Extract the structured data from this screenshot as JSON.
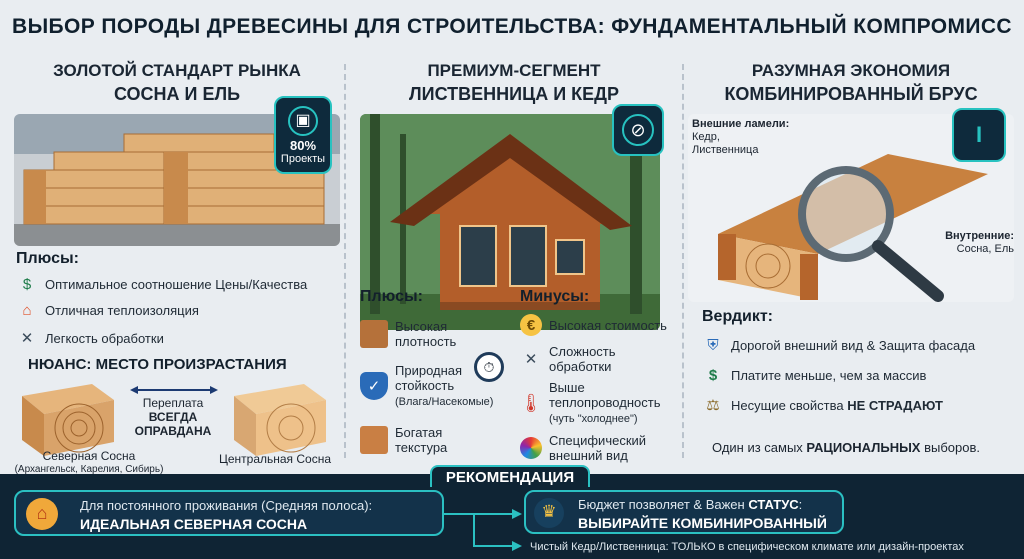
{
  "title": "ВЫБОР ПОРОДЫ ДРЕВЕСИНЫ ДЛЯ СТРОИТЕЛЬСТВА: ФУНДАМЕНТАЛЬНЫЙ КОМПРОМИСС",
  "col1": {
    "heading": "ЗОЛОТОЙ СТАНДАРТ РЫНКА",
    "subheading": "СОСНА И ЕЛЬ",
    "badge_value": "80%",
    "badge_label": "Проекты",
    "pros_title": "Плюсы:",
    "pros": [
      "Оптимальное соотношение Цены/Качества",
      "Отличная теплоизоляция",
      "Легкость обработки"
    ],
    "nuance_title": "НЮАНС: МЕСТО ПРОИЗРАСТАНИЯ",
    "overpay_line1": "Переплата",
    "overpay_line2": "ВСЕГДА",
    "overpay_line3": "ОПРАВДАНА",
    "north_label": "Северная Сосна",
    "north_sub": "(Архангельск, Карелия, Сибирь)",
    "central_label": "Центральная Сосна"
  },
  "col2": {
    "heading": "ПРЕМИУМ-СЕГМЕНТ",
    "subheading": "ЛИСТВЕННИЦА И КЕДР",
    "pros_title": "Плюсы:",
    "pros": [
      {
        "line1": "Высокая",
        "line2": "плотность",
        "line3": ""
      },
      {
        "line1": "Природная",
        "line2": "стойкость",
        "line3": "(Влага/Насекомые)"
      },
      {
        "line1": "Богатая",
        "line2": "текстура",
        "line3": ""
      }
    ],
    "cons_title": "Минусы:",
    "cons": [
      {
        "line1": "Высокая стоимость",
        "line2": "",
        "line3": ""
      },
      {
        "line1": "Сложность",
        "line2": "обработки",
        "line3": ""
      },
      {
        "line1": "Выше",
        "line2": "теплопроводность",
        "line3": "(чуть \"холоднее\")"
      },
      {
        "line1": "Специфический",
        "line2": "внешний вид",
        "line3": ""
      }
    ]
  },
  "col3": {
    "heading": "РАЗУМНАЯ ЭКОНОМИЯ",
    "subheading": "КОМБИНИРОВАННЫЙ БРУС",
    "outer_title": "Внешние ламели:",
    "outer_text1": "Кедр,",
    "outer_text2": "Лиственница",
    "inner_title": "Внутренние:",
    "inner_text": "Сосна, Ель",
    "verdict_title": "Вердикт:",
    "verdict": [
      "Дорогой внешний вид & Защита фасада",
      "Платите меньше, чем за массив"
    ],
    "verdict3_pre": "Несущие свойства ",
    "verdict3_bold": "НЕ СТРАДАЮТ",
    "summary_pre": "Один из самых ",
    "summary_bold": "РАЦИОНАЛЬНЫХ",
    "summary_post": " выборов."
  },
  "recommendation": {
    "title": "РЕКОМЕНДАЦИЯ",
    "left_line1": "Для постоянного проживания (Средняя полоса):",
    "left_line2": "ИДЕАЛЬНАЯ СЕВЕРНАЯ СОСНА",
    "right_line1_pre": "Бюджет позволяет & Важен ",
    "right_line1_bold": "СТАТУС",
    "right_line1_post": ":",
    "right_line2": "ВЫБИРАЙТЕ КОМБИНИРОВАННЫЙ",
    "footnote": "Чистый Кедр/Лиственница: ТОЛЬКО в специфическом климате или дизайн-проектах"
  },
  "colors": {
    "accent": "#2bc0c2",
    "dark": "#0f2434",
    "wood": "#d9a36a",
    "yellow": "#f6c343"
  }
}
